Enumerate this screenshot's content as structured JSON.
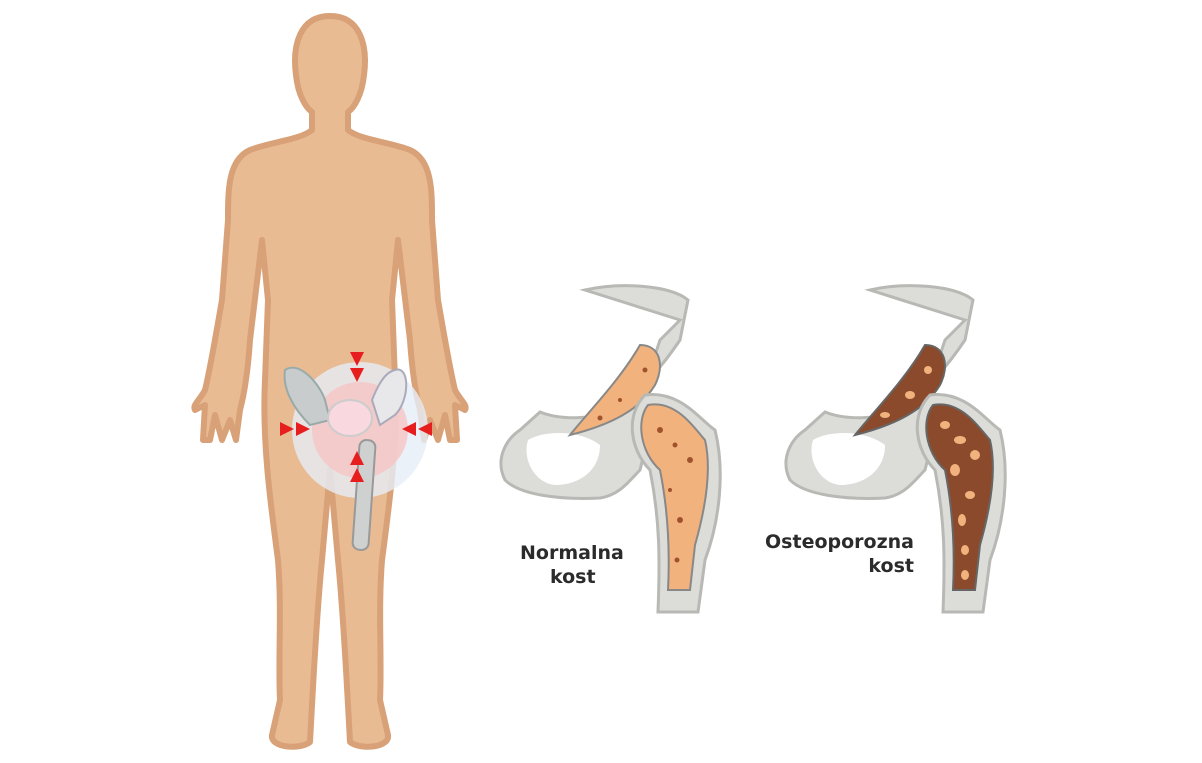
{
  "labels": {
    "normal_line1": "Normalna",
    "normal_line2": "kost",
    "osteo_line1": "Osteoporozna",
    "osteo_line2": "kost"
  },
  "colors": {
    "skin": "#e8bb93",
    "skin_outline": "#d9a177",
    "bone": "#dcdcd8",
    "marrow": "#f2b27e",
    "marrow_spots": "#a0522d",
    "pain_arrows": "#e61e1e"
  }
}
